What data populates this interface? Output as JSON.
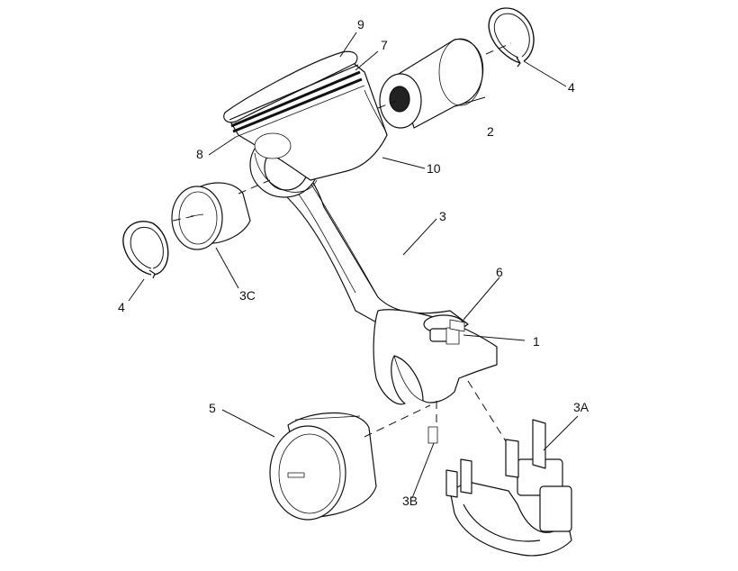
{
  "callouts": {
    "c1": "1",
    "c2": "2",
    "c3": "3",
    "c3a": "3A",
    "c3b": "3B",
    "c3c": "3C",
    "c4_top": "4",
    "c4_left": "4",
    "c5": "5",
    "c6": "6",
    "c7": "7",
    "c8": "8",
    "c9": "9",
    "c10": "10"
  },
  "colors": {
    "line": "#111111",
    "background": "#ffffff"
  }
}
